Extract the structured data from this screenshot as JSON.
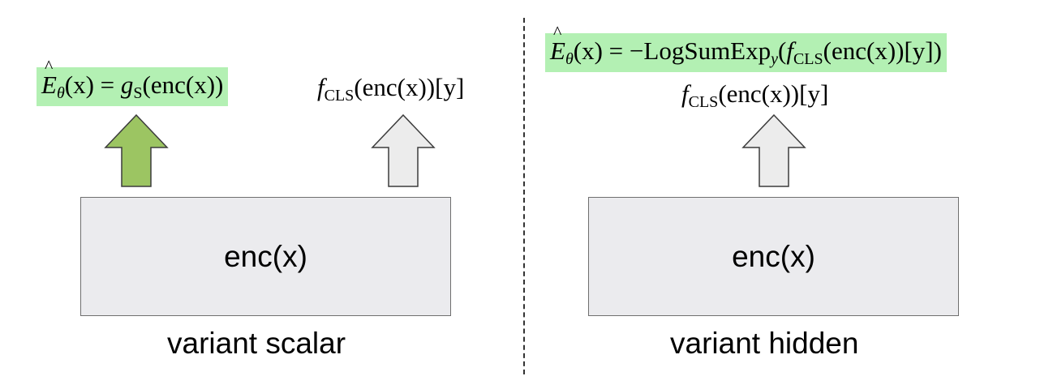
{
  "left_panel": {
    "energy_formula": {
      "lhs": "E",
      "theta": "θ",
      "arg": "(x)",
      "eq": " = ",
      "g": "g",
      "g_sub": "S",
      "rhs": "(enc(x))"
    },
    "classifier_label": {
      "f": "f",
      "sub": "CLS",
      "rest": "(enc(x))[y]"
    },
    "encoder_label": "enc(x)",
    "caption": "variant scalar",
    "colors": {
      "green_arrow": "#9cc562",
      "gray_arrow": "#ececec",
      "highlight": "#b3f0b3"
    }
  },
  "right_panel": {
    "energy_formula": {
      "lhs": "E",
      "theta": "θ",
      "arg": "(x)",
      "eq": " = −",
      "lse": "LogSumExp",
      "lse_sub": "y",
      "open": "(",
      "f": "f",
      "f_sub": "CLS",
      "rest": "(enc(x))[y])"
    },
    "classifier_label": {
      "f": "f",
      "sub": "CLS",
      "rest": "(enc(x))[y]"
    },
    "encoder_label": "enc(x)",
    "caption": "variant hidden"
  }
}
